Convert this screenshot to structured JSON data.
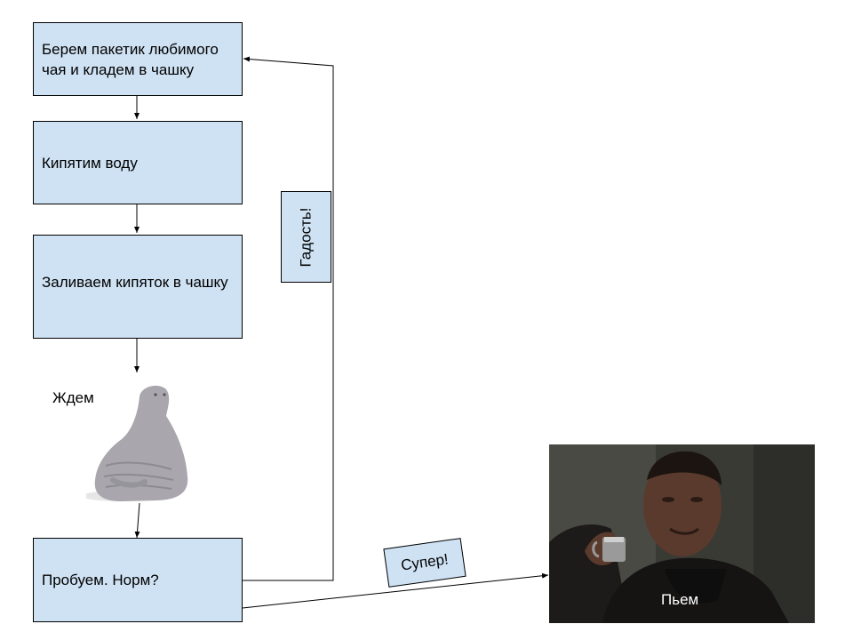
{
  "steps": {
    "step1": "Берем пакетик любимого чая и кладем в чашку",
    "step2": "Кипятим воду",
    "step3": "Заливаем кипяток в чашку",
    "wait": "Ждем",
    "step4": "Пробуем. Норм?",
    "drink": "Пьем"
  },
  "edges": {
    "bad": "Гадость!",
    "good": "Супер!"
  },
  "colors": {
    "box_fill": "#cfe2f3",
    "line": "#000000"
  }
}
